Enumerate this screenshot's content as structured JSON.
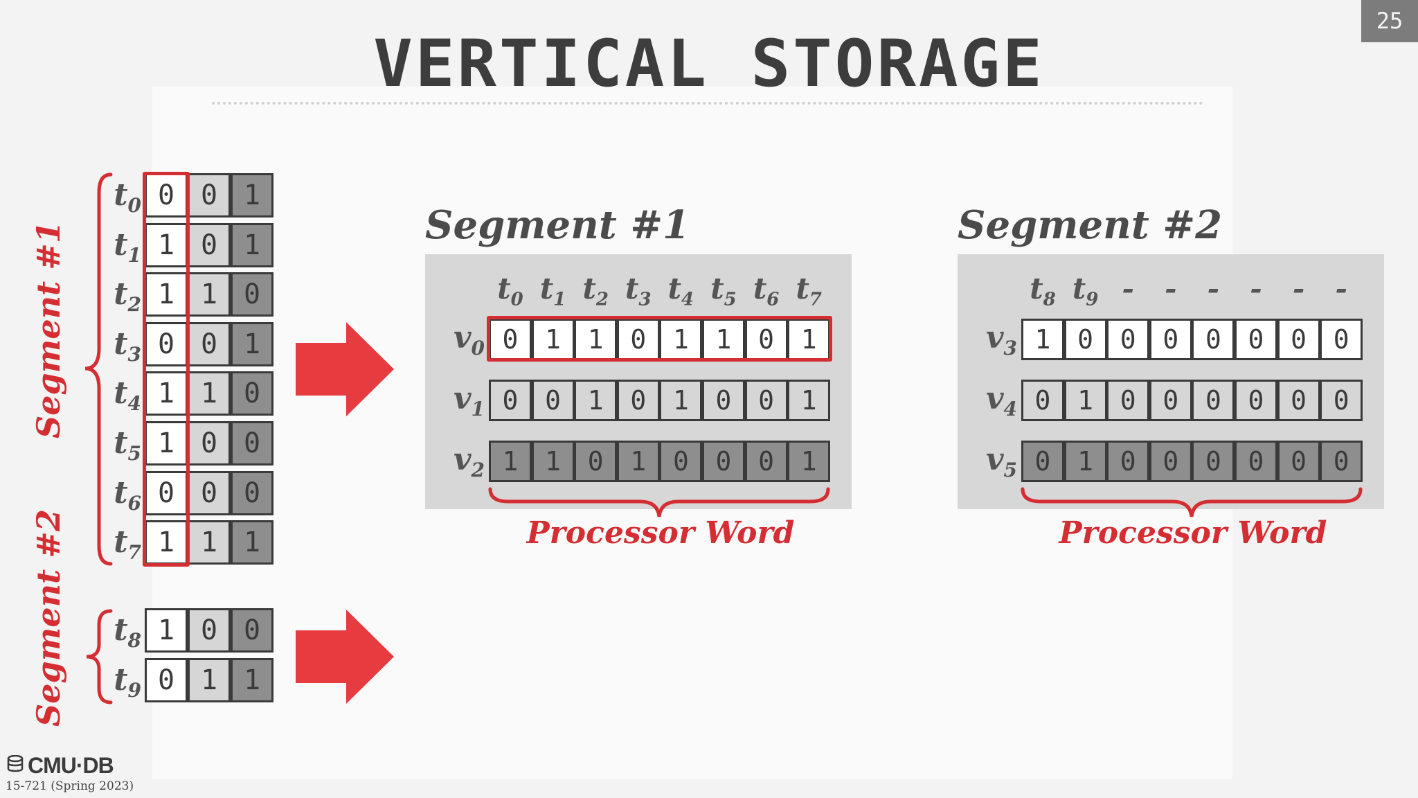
{
  "slide": {
    "title": "VERTICAL STORAGE",
    "page_number": "25",
    "logo": "CMU·DB",
    "course": "15-721 (Spring 2023)"
  },
  "left_table": {
    "segment1_label": "Segment #1",
    "segment2_label": "Segment #2",
    "rows": [
      {
        "t": "t",
        "sub": "0",
        "bits": [
          "0",
          "0",
          "1"
        ]
      },
      {
        "t": "t",
        "sub": "1",
        "bits": [
          "1",
          "0",
          "1"
        ]
      },
      {
        "t": "t",
        "sub": "2",
        "bits": [
          "1",
          "1",
          "0"
        ]
      },
      {
        "t": "t",
        "sub": "3",
        "bits": [
          "0",
          "0",
          "1"
        ]
      },
      {
        "t": "t",
        "sub": "4",
        "bits": [
          "1",
          "1",
          "0"
        ]
      },
      {
        "t": "t",
        "sub": "5",
        "bits": [
          "1",
          "0",
          "0"
        ]
      },
      {
        "t": "t",
        "sub": "6",
        "bits": [
          "0",
          "0",
          "0"
        ]
      },
      {
        "t": "t",
        "sub": "7",
        "bits": [
          "1",
          "1",
          "1"
        ]
      },
      {
        "t": "t",
        "sub": "8",
        "bits": [
          "1",
          "0",
          "0"
        ]
      },
      {
        "t": "t",
        "sub": "9",
        "bits": [
          "0",
          "1",
          "1"
        ]
      }
    ]
  },
  "segments": [
    {
      "title": "Segment #1",
      "columns": [
        [
          "t",
          "0"
        ],
        [
          "t",
          "1"
        ],
        [
          "t",
          "2"
        ],
        [
          "t",
          "3"
        ],
        [
          "t",
          "4"
        ],
        [
          "t",
          "5"
        ],
        [
          "t",
          "6"
        ],
        [
          "t",
          "7"
        ]
      ],
      "vectors": [
        {
          "v": "v",
          "sub": "0",
          "bits": [
            "0",
            "1",
            "1",
            "0",
            "1",
            "1",
            "0",
            "1"
          ]
        },
        {
          "v": "v",
          "sub": "1",
          "bits": [
            "0",
            "0",
            "1",
            "0",
            "1",
            "0",
            "0",
            "1"
          ]
        },
        {
          "v": "v",
          "sub": "2",
          "bits": [
            "1",
            "1",
            "0",
            "1",
            "0",
            "0",
            "0",
            "1"
          ]
        }
      ],
      "brace_label": "Processor Word"
    },
    {
      "title": "Segment #2",
      "columns": [
        [
          "t",
          "8"
        ],
        [
          "t",
          "9"
        ],
        [
          "-",
          ""
        ],
        [
          "-",
          ""
        ],
        [
          "-",
          ""
        ],
        [
          "-",
          ""
        ],
        [
          "-",
          ""
        ],
        [
          "-",
          ""
        ]
      ],
      "vectors": [
        {
          "v": "v",
          "sub": "3",
          "bits": [
            "1",
            "0",
            "0",
            "0",
            "0",
            "0",
            "0",
            "0"
          ]
        },
        {
          "v": "v",
          "sub": "4",
          "bits": [
            "0",
            "1",
            "0",
            "0",
            "0",
            "0",
            "0",
            "0"
          ]
        },
        {
          "v": "v",
          "sub": "5",
          "bits": [
            "0",
            "1",
            "0",
            "0",
            "0",
            "0",
            "0",
            "0"
          ]
        }
      ],
      "brace_label": "Processor Word"
    }
  ],
  "colors": {
    "accent_red": "#d42d32",
    "cell_white": "#ffffff",
    "cell_light": "#d6d6d6",
    "cell_dark": "#8e8e8e"
  }
}
